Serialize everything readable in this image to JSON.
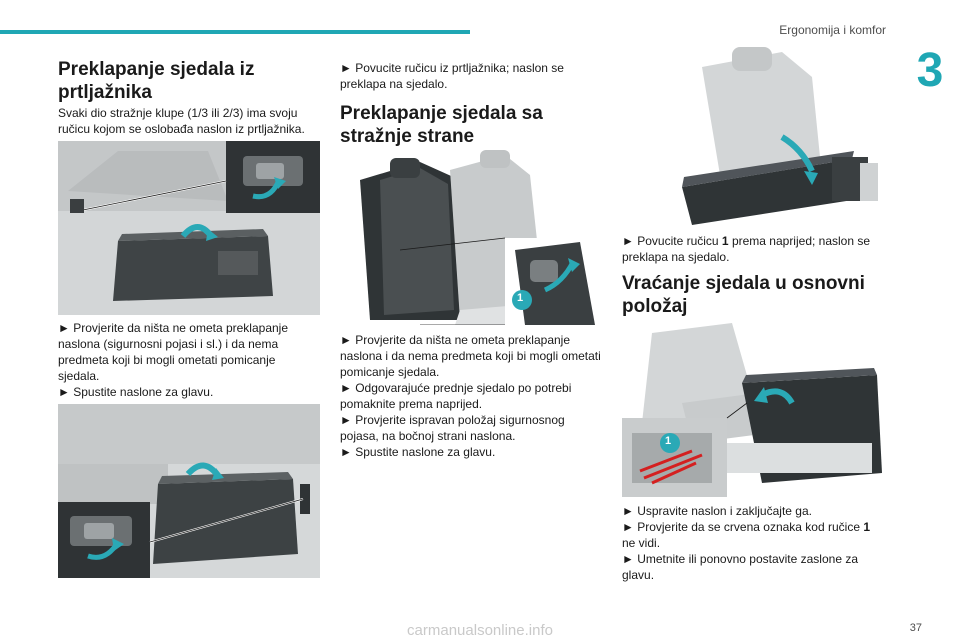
{
  "header": {
    "section_title": "Ergonomija i komfor",
    "chapter_number": "3",
    "page_number": "37",
    "accent_color": "#1fa7b4"
  },
  "col1": {
    "heading": "Preklapanje sjedala iz prtljažnika",
    "intro": "Svaki dio stražnje klupe (1/3 ili 2/3) ima svoju ručicu kojom se oslobađa naslon iz prtljažnika.",
    "bullets_a": [
      "► Provjerite da ništa ne ometa preklapanje naslona (sigurnosni pojasi i sl.) i da nema predmeta koji bi mogli ometati pomicanje sjedala.",
      "► Spustite naslone za glavu."
    ]
  },
  "col2": {
    "top_bullet": "► Povucite ručicu iz prtljažnika; naslon se preklapa na sjedalo.",
    "heading": "Preklapanje sjedala sa stražnje strane",
    "figure_callout": "1",
    "bullets": [
      "► Provjerite da ništa ne ometa preklapanje naslona i da nema predmeta koji bi mogli ometati pomicanje sjedala.",
      "► Odgovarajuće prednje sjedalo po potrebi pomaknite prema naprijed.",
      "► Provjerite ispravan položaj sigurnosnog pojasa, na bočnoj strani naslona.",
      "► Spustite naslone za glavu."
    ]
  },
  "col3": {
    "bullet_prefix": "► Povucite ručicu ",
    "bullet_bold": "1",
    "bullet_suffix": " prema naprijed; naslon se preklapa na sjedalo.",
    "heading": "Vraćanje sjedala u osnovni položaj",
    "figure_callout": "1",
    "bullets": [
      "► Uspravite naslon i zaključajte ga."
    ],
    "bullet2_prefix": "► Provjerite da se crvena oznaka kod ručice ",
    "bullet2_bold": "1",
    "bullet2_suffix": " ne vidi.",
    "bullet3": "► Umetnite ili ponovno postavite zaslone za glavu."
  },
  "watermark": "carmanualsonline.info"
}
